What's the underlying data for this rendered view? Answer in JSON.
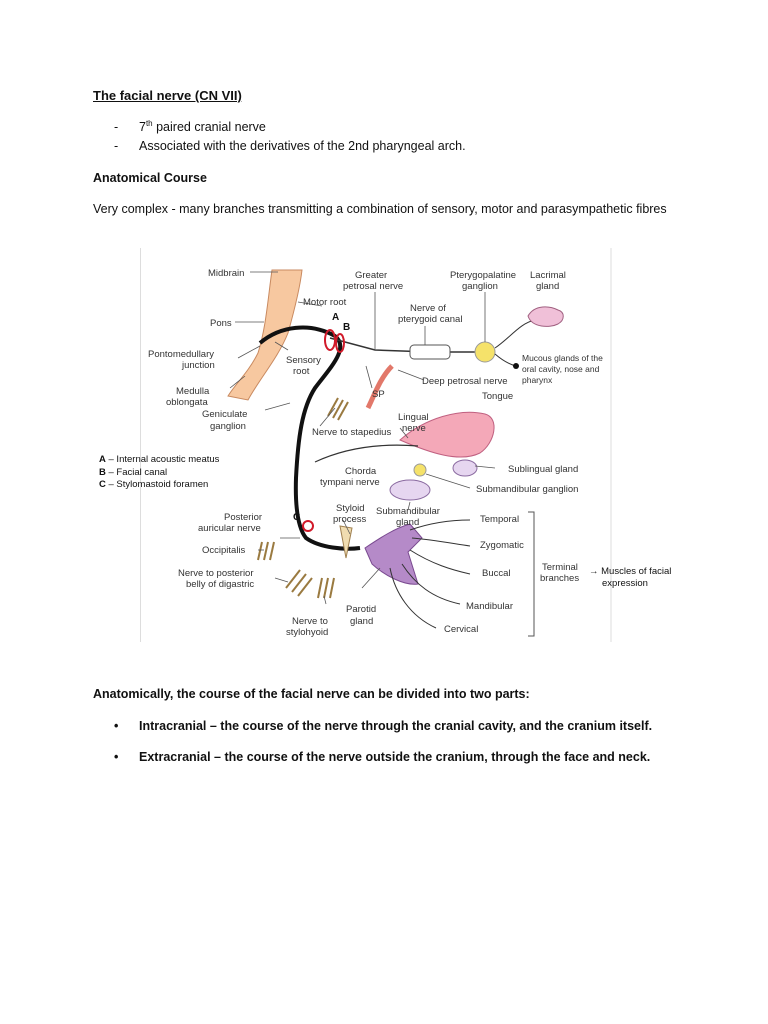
{
  "title": "The facial nerve (CN VII)",
  "bullets": [
    {
      "marker": "-",
      "ordinal": "7",
      "sup": "th",
      "text": " paired cranial nerve"
    },
    {
      "marker": "-",
      "text": "Associated with the derivatives of the 2nd pharyngeal arch."
    }
  ],
  "section_heading": "Anatomical Course",
  "intro": "Very complex - many branches transmitting a combination of sensory, motor and parasympathetic fibres",
  "figure": {
    "labels": {
      "midbrain": "Midbrain",
      "pons": "Pons",
      "pontomedullary_1": "Pontomedullary",
      "pontomedullary_2": "junction",
      "medulla_1": "Medulla",
      "medulla_2": "oblongata",
      "geniculate_1": "Geniculate",
      "geniculate_2": "ganglion",
      "motor_root": "Motor root",
      "sensory_1": "Sensory",
      "sensory_2": "root",
      "greater_1": "Greater",
      "greater_2": "petrosal nerve",
      "pterygo_1": "Pterygopalatine",
      "pterygo_2": "ganglion",
      "lacrimal_1": "Lacrimal",
      "lacrimal_2": "gland",
      "canal_1": "Nerve of",
      "canal_2": "pterygoid canal",
      "mucous_1": "Mucous glands of the",
      "mucous_2": "oral cavity, nose and",
      "mucous_3": "pharynx",
      "deep_petrosal": "Deep petrosal nerve",
      "sp": "SP",
      "lingual_1": "Lingual",
      "lingual_2": "nerve",
      "tongue": "Tongue",
      "stapedius": "Nerve to stapedius",
      "chorda_1": "Chorda",
      "chorda_2": "tympani nerve",
      "sublingual": "Sublingual gland",
      "submand_ganglion": "Submandibular ganglion",
      "submand_gland_1": "Submandibular",
      "submand_gland_2": "gland",
      "styloid_1": "Styloid",
      "styloid_2": "process",
      "post_aur_1": "Posterior",
      "post_aur_2": "auricular nerve",
      "occipitalis": "Occipitalis",
      "digastric_1": "Nerve to posterior",
      "digastric_2": "belly of digastric",
      "stylohyoid_1": "Nerve to",
      "stylohyoid_2": "stylohyoid",
      "parotid_1": "Parotid",
      "parotid_2": "gland",
      "temporal": "Temporal",
      "zygomatic": "Zygomatic",
      "buccal": "Buccal",
      "mandibular": "Mandibular",
      "cervical": "Cervical",
      "terminal_1": "Terminal",
      "terminal_2": "branches",
      "muscles_1": "→ Muscles of facial",
      "muscles_2": "expression",
      "marker_a": "A",
      "marker_b": "B",
      "marker_c": "C"
    },
    "legend": [
      {
        "key": "A",
        "text": " – Internal acoustic meatus"
      },
      {
        "key": "B",
        "text": " – Facial canal"
      },
      {
        "key": "C",
        "text": " – Stylomastoid foramen"
      }
    ]
  },
  "parts_intro": "Anatomically, the course of the facial nerve can be divided into two parts:",
  "parts": [
    {
      "bullet": "•",
      "name": "Intracranial",
      "text": " – the course of the nerve through the cranial cavity, and the cranium itself."
    },
    {
      "bullet": "•",
      "name": "Extracranial",
      "text": " – the course of the nerve outside the cranium, through the face and neck."
    }
  ],
  "colors": {
    "brainstem": "#f7c8a0",
    "nerve": "#111111",
    "marker": "#d11a2a",
    "ganglion": "#f5e26a",
    "tongue": "#f4a8b8",
    "parotid": "#b58ac8",
    "artery": "#e2786a"
  }
}
